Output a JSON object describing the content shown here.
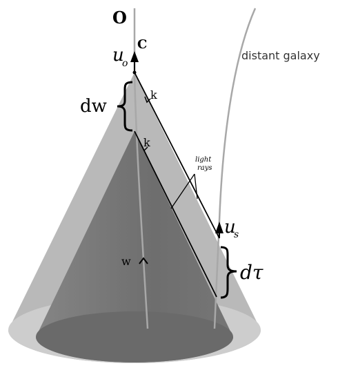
{
  "labels": {
    "observer": "O",
    "observer_curve": "C",
    "u_o_main": "u",
    "u_o_sub": "o",
    "dw": "dw",
    "k_upper": "k",
    "k_lower": "k",
    "light_rays_line1": "light",
    "light_rays_line2": "rays",
    "u_s_main": "u",
    "u_s_sub": "s",
    "d_tau": "dτ",
    "w": "w",
    "distant_galaxy": "distant galaxy"
  },
  "colors": {
    "outer_cone": "#b8b8b8",
    "inner_cone": "#7a7a7a",
    "base_rim": "#cfcfcf",
    "inner_base": "#6c6c6c",
    "worldline": "#a9a9a9",
    "ink": "#000000"
  }
}
